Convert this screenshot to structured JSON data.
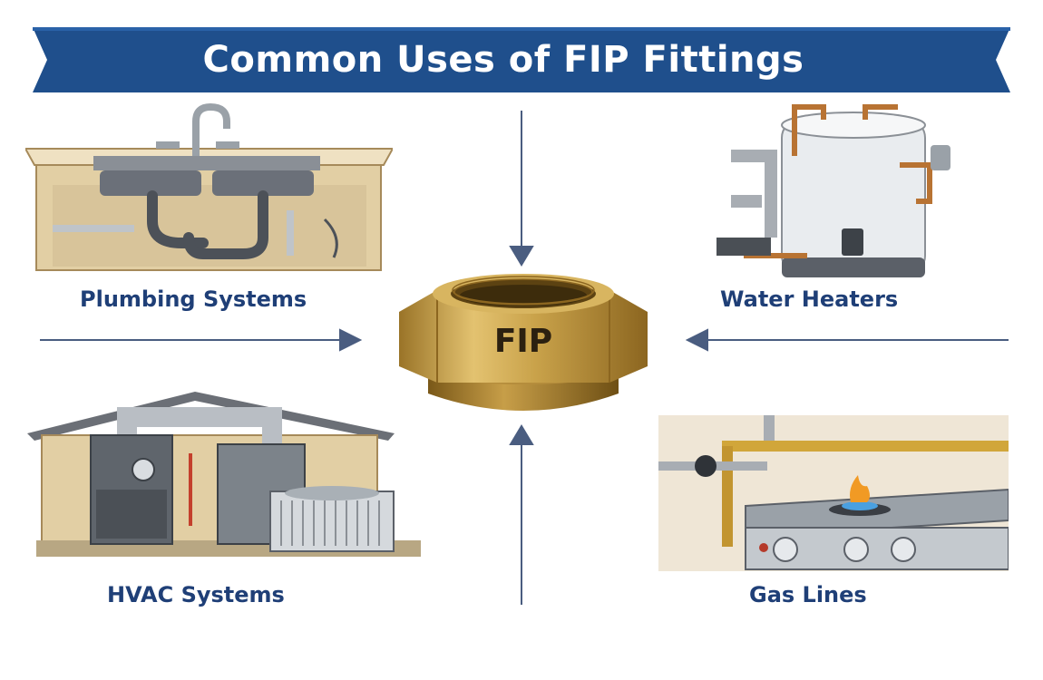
{
  "title": "Common Uses of FIP Fittings",
  "center": {
    "label": "FIP"
  },
  "uses": [
    {
      "id": "plumbing",
      "label": "Plumbing Systems"
    },
    {
      "id": "water-heaters",
      "label": "Water Heaters"
    },
    {
      "id": "hvac",
      "label": "HVAC Systems"
    },
    {
      "id": "gas",
      "label": "Gas Lines"
    }
  ],
  "colors": {
    "banner": "#1f4f8c",
    "label_text": "#1f3f77",
    "arrow": "#4a5d80",
    "brass": "#c9a24a"
  }
}
